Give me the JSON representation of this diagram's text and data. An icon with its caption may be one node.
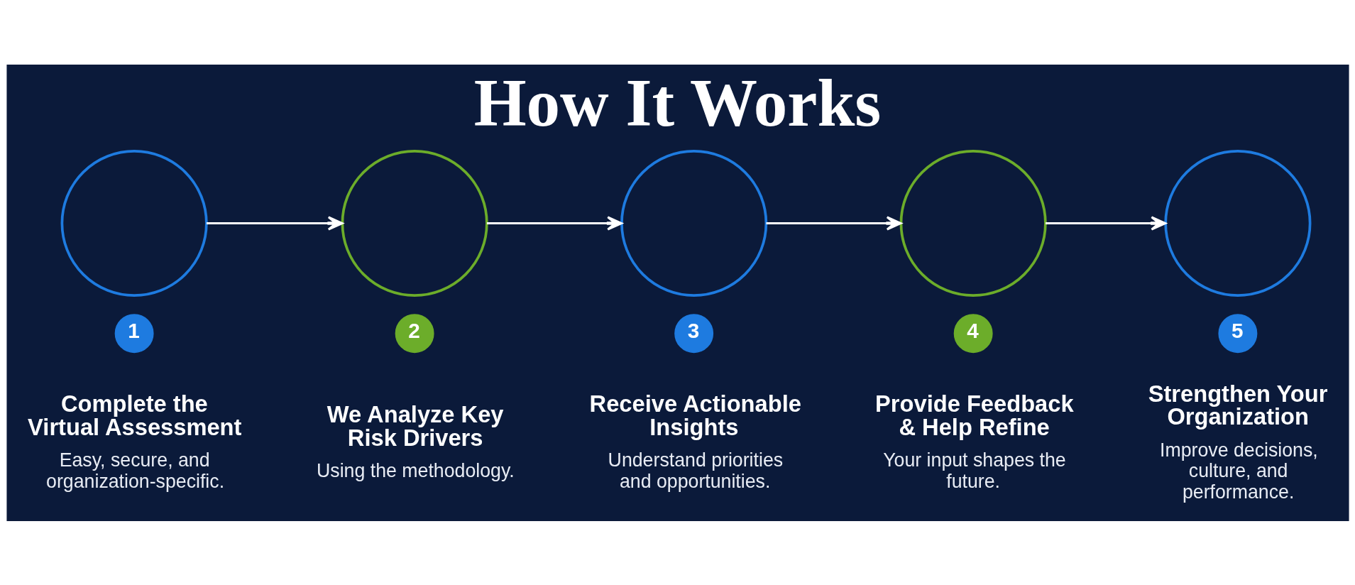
{
  "diagram": {
    "title": "How It Works",
    "nodes": [
      {
        "text": [],
        "shape": "circle"
      },
      {
        "text": [
          "1"
        ],
        "beside": [
          "Complete the Virtual Assessment",
          "Easy, secure, and organization-specific."
        ]
      },
      {
        "text": [],
        "shape": "circle"
      },
      {
        "text": [
          "2"
        ],
        "beside": [
          "We Analyze Key Risk Drivers",
          "Using the methodology."
        ]
      },
      {
        "text": [],
        "shape": "circle"
      },
      {
        "text": [
          "3"
        ],
        "beside": [
          "Receive Actionable Insights",
          "Understand priorities and opportunities."
        ]
      },
      {
        "text": [],
        "shape": "circle"
      },
      {
        "text": [
          "4"
        ],
        "beside": [
          "Provide Feedback & Help Refine",
          "Your input shapes the future."
        ]
      },
      {
        "text": [],
        "shape": "circle"
      },
      {
        "text": [
          "5"
        ],
        "beside": [
          "Strengthen Your Organization",
          "Improve decisions, culture, and performance."
        ]
      }
    ],
    "edges": [
      {
        "from": 0,
        "to": 2,
        "arrow": "to"
      },
      {
        "from": 2,
        "to": 4,
        "arrow": "to"
      },
      {
        "from": 4,
        "to": 6,
        "arrow": "to"
      },
      {
        "from": 6,
        "to": 8,
        "arrow": "to"
      }
    ]
  }
}
